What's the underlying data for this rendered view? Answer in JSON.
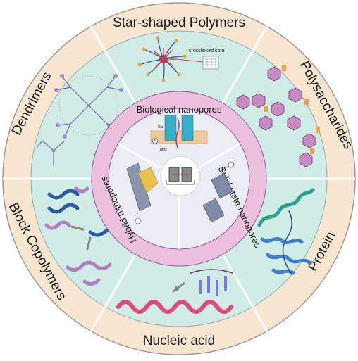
{
  "outer_ring": {
    "star_shaped": "Star-shaped Polymers",
    "polysaccharides": "Polysaccharides",
    "protein": "Protein",
    "nucleic_acid": "Nucleic acid",
    "block_copolymers": "Block Copolymers",
    "dendrimers": "Dendrimers"
  },
  "inner_ring": {
    "biological": "Biological   nanopores",
    "solid_state": "Solid  state  nanopores",
    "hybrid": "Hybrid  nanopores"
  },
  "annotations": {
    "crosslinked_core": "crosslinked core",
    "cis": "Cis",
    "trans": "Trans",
    "ammeter": "A"
  },
  "colors": {
    "outer_ring": "#f8e6d0",
    "segments": "#cfece6",
    "inner_ring": "#ecc0dc",
    "core_sectors": "#ececf4",
    "divider": "#ffffff"
  }
}
